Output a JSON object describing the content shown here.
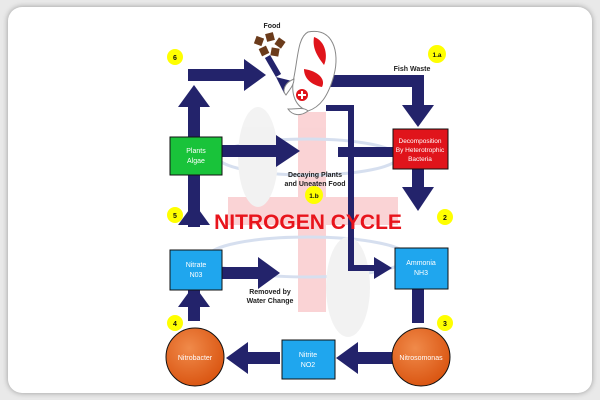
{
  "title": "NITROGEN CYCLE",
  "labels": {
    "food": "Food",
    "fish_waste": "Fish Waste",
    "decaying_line1": "Decaying Plants",
    "decaying_line2": "and Uneaten Food",
    "removed_line1": "Removed by",
    "removed_line2": "Water Change"
  },
  "nodes": {
    "plants": {
      "line1": "Plants",
      "line2": "Algae"
    },
    "decomposition": {
      "line1": "Decomposition",
      "line2": "By Heterotrophic",
      "line3": "Bacteria"
    },
    "ammonia": {
      "line1": "Ammonia",
      "line2": "NH3"
    },
    "nitrate": {
      "line1": "Nitrate",
      "line2": "N03"
    },
    "nitrite": {
      "line1": "Nitrite",
      "line2": "NO2"
    },
    "nitrobacter": {
      "line1": "Nitrobacter"
    },
    "nitrosomonas": {
      "line1": "Nitrosomonas"
    }
  },
  "steps": [
    "6",
    "1.a",
    "1.b",
    "2",
    "5",
    "3",
    "4"
  ],
  "colors": {
    "arrow": "#23236b",
    "plants": "#19c33a",
    "decomposition": "#e0141b",
    "blue_box": "#1fa6ee",
    "circle": "#e5621a",
    "step_badge": "#ffff00",
    "title": "#e8141c"
  }
}
